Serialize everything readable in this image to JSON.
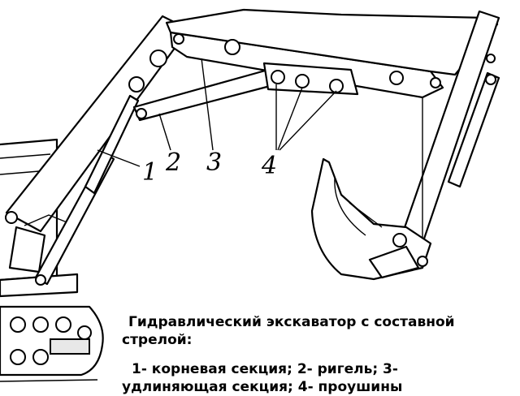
{
  "callouts": {
    "c1": "1",
    "c2": "2",
    "c3": "3",
    "c4": "4"
  },
  "caption": {
    "title": "Гидравлический экскаватор с составной стрелой:",
    "legend": "1- корневая секция; 2- ригель; 3- удлиняющая секция; 4- проушины"
  },
  "colors": {
    "ink": "#000000",
    "paper": "#ffffff"
  }
}
